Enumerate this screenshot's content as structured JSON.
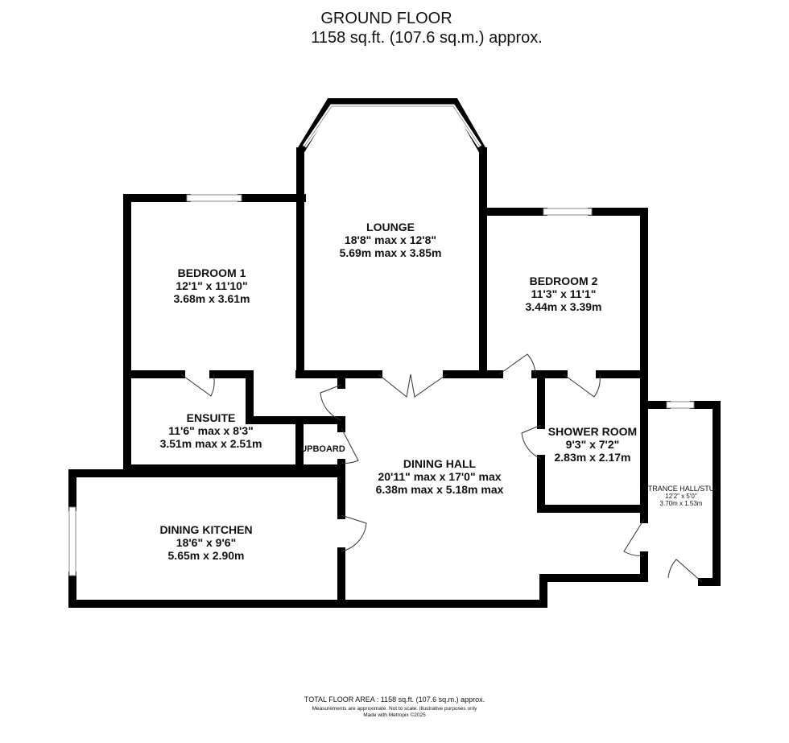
{
  "header": {
    "title": "GROUND FLOOR",
    "area": "1158 sq.ft. (107.6 sq.m.) approx."
  },
  "rooms": [
    {
      "name": "LOUNGE",
      "imperial": "18'8\" max x 12'8\"",
      "metric": "5.69m max x 3.85m"
    },
    {
      "name": "BEDROOM 1",
      "imperial": "12'1\"  x 11'10\"",
      "metric": "3.68m  x 3.61m"
    },
    {
      "name": "BEDROOM 2",
      "imperial": "11'3\"  x 11'1\"",
      "metric": "3.44m  x 3.39m"
    },
    {
      "name": "ENSUITE",
      "imperial": "11'6\" max x 8'3\"",
      "metric": "3.51m max x 2.51m"
    },
    {
      "name": "SHOWER ROOM",
      "imperial": "9'3\"  x 7'2\"",
      "metric": "2.83m  x 2.17m"
    },
    {
      "name": "DINING HALL",
      "imperial": "20'11\" max x 17'0\" max",
      "metric": "6.38m max x 5.18m max"
    },
    {
      "name": "DINING KITCHEN",
      "imperial": "18'6\"  x 9'6\"",
      "metric": "5.65m  x 2.90m"
    },
    {
      "name": "NTRANCE HALL/STUD",
      "imperial": "12'2\"  x 5'0\"",
      "metric": "3.70m  x 1.53m"
    },
    {
      "name": "UPBOARD"
    }
  ],
  "footer": {
    "total": "TOTAL FLOOR AREA : 1158 sq.ft. (107.6 sq.m.) approx.",
    "disclaimer": "Measurements are approximate.  Not to scale.  Illustrative purposes only",
    "credit": "Made with Metropix ©2025"
  }
}
